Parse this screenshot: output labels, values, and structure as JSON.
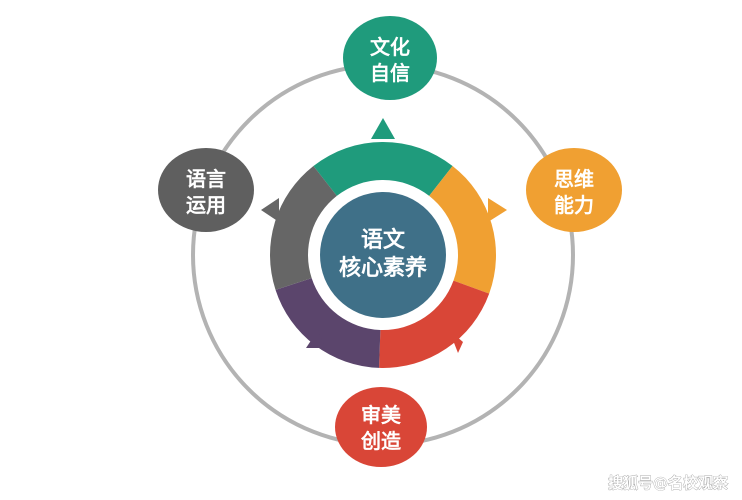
{
  "center": {
    "line1": "语文",
    "line2": "核心素养",
    "color": "#3f7088"
  },
  "nodes": [
    {
      "id": "culture",
      "line1": "文化",
      "line2": "自信",
      "color": "#1f9b7c"
    },
    {
      "id": "thinking",
      "line1": "思维",
      "line2": "能力",
      "color": "#f0a032"
    },
    {
      "id": "aesthetic",
      "line1": "审美",
      "line2": "创造",
      "color": "#d94637"
    },
    {
      "id": "language",
      "line1": "语言",
      "line2": "运用",
      "color": "#5f5f5f"
    }
  ],
  "ring_colors": {
    "top": "#1f9b7c",
    "right": "#f0a032",
    "bottom_right": "#d94637",
    "bottom_left": "#5b456c",
    "left": "#666666"
  },
  "orbit_color": "#b3b3b3",
  "watermark": "搜狐号@名校观察"
}
